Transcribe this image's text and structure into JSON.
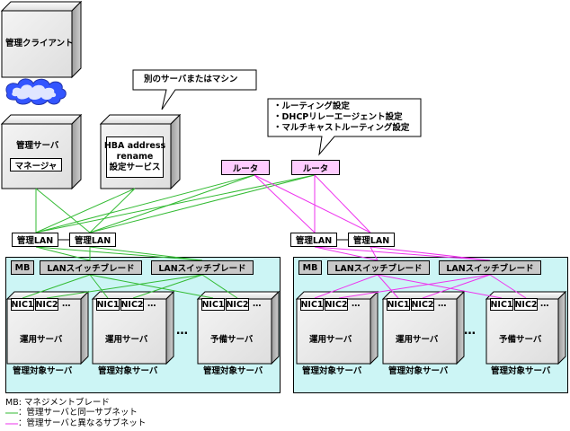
{
  "top": {
    "admin_client": "管理クライアント",
    "admin_server": "管理サーバ",
    "manager": "マネージャ",
    "hba_line1": "HBA address",
    "hba_line2": "rename",
    "hba_line3": "設定サービス",
    "callout_other": "別のサーバまたはマシン",
    "router_notes": [
      "・ルーティング設定",
      "・DHCPリレーエージェント設定",
      "・マルチキャストルーティング設定"
    ],
    "router_label": "ルータ"
  },
  "networks": {
    "admin_lan": "管理LAN"
  },
  "chassis": {
    "mb": "MB",
    "lan_switch_blade": "LANスイッチブレード",
    "nic1": "NIC1",
    "nic2": "NIC2",
    "nic_more": "…",
    "active_server": "運用サーバ",
    "spare_server": "予備サーバ",
    "managed_server": "管理対象サーバ",
    "ellipsis": "…"
  },
  "legend": {
    "mb_def": "MB: マネジメントブレード",
    "green_line": "：管理サーバと同一サブネット",
    "pink_line": "：管理サーバと異なるサブネット",
    "green_color": "#33bb33",
    "pink_color": "#ee33ee"
  }
}
